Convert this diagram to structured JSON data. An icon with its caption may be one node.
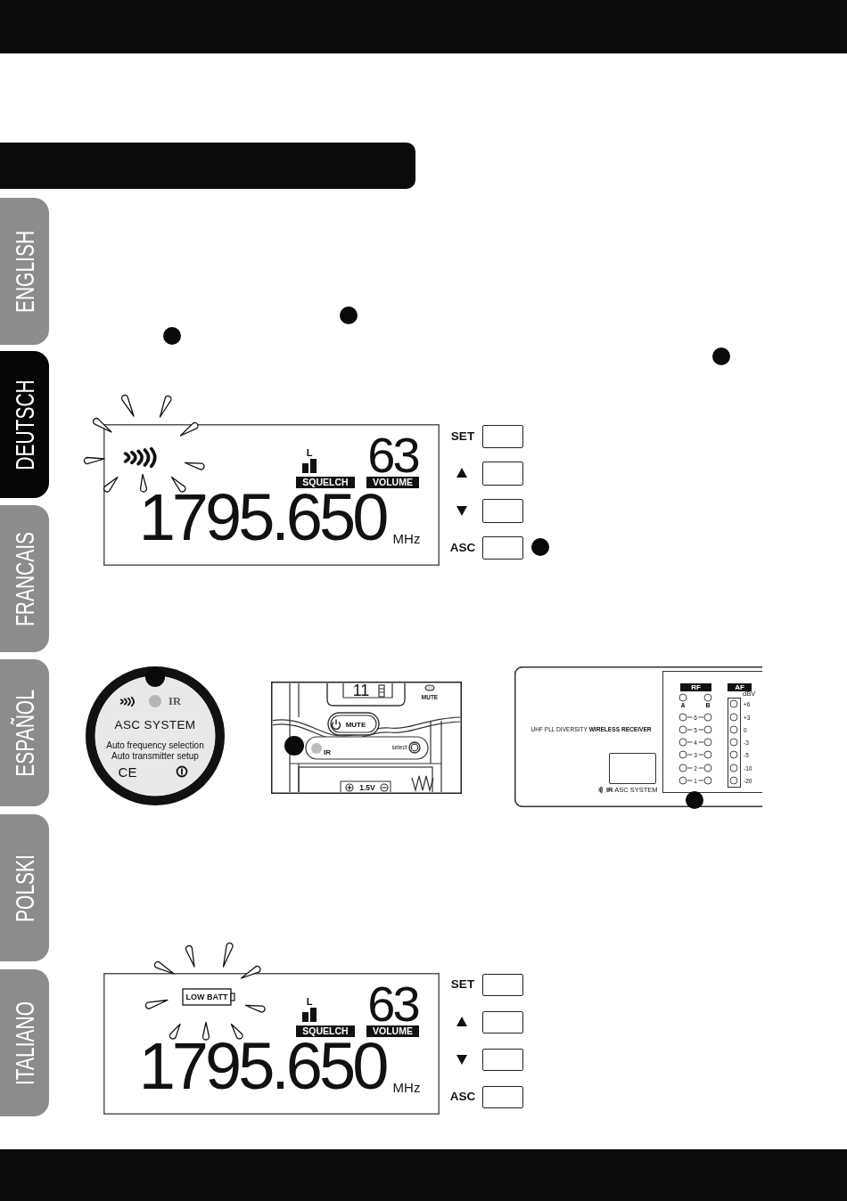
{
  "diagram": {
    "nodes": [
      {
        "text": [],
        "shape": "bar"
      },
      {
        "text": [
          "ENGLISH"
        ]
      },
      {
        "text": [
          "DEUTSCH"
        ]
      },
      {
        "text": [
          "FRANCAIS"
        ]
      },
      {
        "text": [
          "ESPAÑOL"
        ]
      },
      {
        "text": [
          "POLSKI"
        ]
      },
      {
        "text": [
          "ITALIANO"
        ]
      },
      {
        "text": [
          "L",
          "63",
          "1795.650",
          "MHz"
        ]
      },
      {
        "text": [
          "SQUELCH"
        ],
        "in": 7
      },
      {
        "text": [
          "VOLUME"
        ],
        "in": 7
      },
      {
        "text": [
          "IR",
          "ASC SYSTEM",
          "Auto frequency selection Auto transmitter setup",
          "CE"
        ]
      },
      {
        "text": [
          "11",
          "MUTE",
          "MUTE",
          "IR",
          "select",
          "1.5V"
        ]
      },
      {
        "text": [
          "UHF PLL DIVERSITY **WIRELESS RECEIVER**",
          "**IR** ASC SYSTEM"
        ]
      },
      {
        "text": [
          "RF"
        ],
        "in": 12
      },
      {
        "text": [
          "AF"
        ],
        "in": 12
      },
      {
        "text": [
          "L",
          "63",
          "1795.650",
          "MHz"
        ]
      },
      {
        "text": [
          "LOW BATT"
        ],
        "in": 15
      },
      {
        "text": [
          "SQUELCH"
        ],
        "in": 15
      },
      {
        "text": [
          "VOLUME"
        ],
        "in": 15
      }
    ],
    "labels": [
      "SET",
      "ASC",
      "dBV",
      "A",
      "B",
      "+6",
      "6",
      "+3",
      "5",
      "0",
      "4",
      "-3",
      "3",
      "-5",
      "2",
      "-10",
      "1",
      "-20",
      "SET",
      "ASC"
    ]
  }
}
